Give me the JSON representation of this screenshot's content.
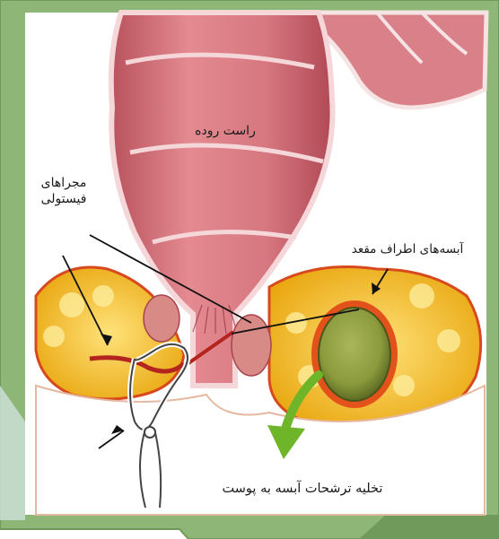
{
  "labels": {
    "rectum": "راست روده",
    "fistula_line1": "مجراهای",
    "fistula_line2": "فیستولی",
    "perianal_abscess": "آبسه‌های اطراف مقعد",
    "drainage": "تخلیه ترشحات آبسه به پوست"
  },
  "colors": {
    "frame_green": "#7fa869",
    "rectum_pink": "#d9777f",
    "fat_yellow": "#f0c419",
    "abscess_green": "#8a9a3c",
    "arrow_green": "#6fb52a"
  }
}
